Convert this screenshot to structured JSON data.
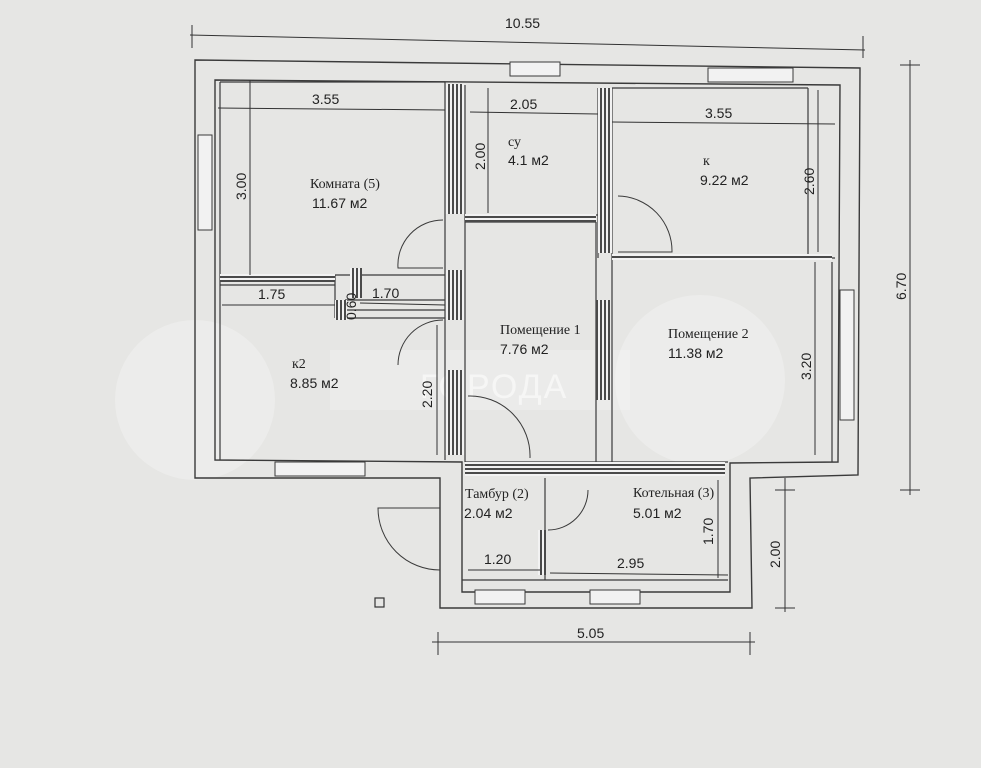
{
  "watermark": "ГОРОДА",
  "overall": {
    "width": "10.55",
    "height": "6.70",
    "ext_width": "5.05",
    "ext_height": "2.00"
  },
  "rooms": {
    "room5": {
      "name": "Комната (5)",
      "area": "11.67 м2",
      "width": "3.55",
      "height": "3.00"
    },
    "bath": {
      "name": "су",
      "area": "4.1 м2",
      "width": "2.05",
      "height": "2.00"
    },
    "kitchen": {
      "name": "к",
      "area": "9.22 м2",
      "width": "3.55",
      "height": "2.60"
    },
    "k2": {
      "name": "к2",
      "area": "8.85 м2",
      "width": "1.75",
      "height": "2.20"
    },
    "corridor": {
      "width": "1.70",
      "height": "0.60"
    },
    "space1": {
      "name": "Помещение 1",
      "area": "7.76 м2"
    },
    "space2": {
      "name": "Помещение 2",
      "area": "11.38 м2",
      "height": "3.20"
    },
    "vestibule": {
      "name": "Тамбур (2)",
      "area": "2.04 м2",
      "width": "1.20"
    },
    "boiler": {
      "name": "Котельная (3)",
      "area": "5.01 м2",
      "width": "2.95",
      "height": "1.70"
    }
  },
  "colors": {
    "background": "#e6e6e4",
    "line": "#3a3a3a",
    "brick": "#555555"
  }
}
